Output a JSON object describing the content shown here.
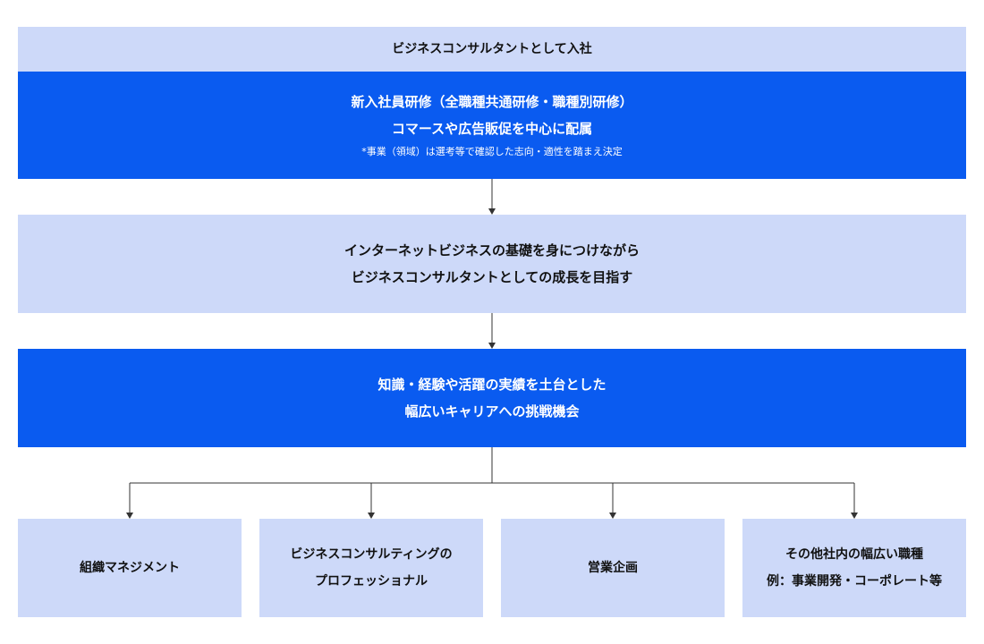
{
  "colors": {
    "light_box": "#cdd9f9",
    "dark_box": "#0a5bf0",
    "connector": "#333333"
  },
  "join": {
    "text": "ビジネスコンサルタントとして入社"
  },
  "training": {
    "line1": "新入社員研修（全職種共通研修・職種別研修）",
    "line2": "コマースや広告販促を中心に配属",
    "note": "*事業（領域）は選考等で確認した志向・適性を踏まえ決定"
  },
  "growth": {
    "line1": "インターネットビジネスの基礎を身につけながら",
    "line2": "ビジネスコンサルタントとしての成長を目指す"
  },
  "career": {
    "line1": "知識・経験や活躍の実績を土台とした",
    "line2": "幅広いキャリアへの挑戦機会"
  },
  "options": {
    "management": {
      "line1": "組織マネジメント"
    },
    "consulting": {
      "line1": "ビジネスコンサルティングの",
      "line2": "プロフェッショナル"
    },
    "sales_planning": {
      "line1": "営業企画"
    },
    "other": {
      "line1": "その他社内の幅広い職種",
      "line2": "例：事業開発・コーポレート等"
    }
  }
}
